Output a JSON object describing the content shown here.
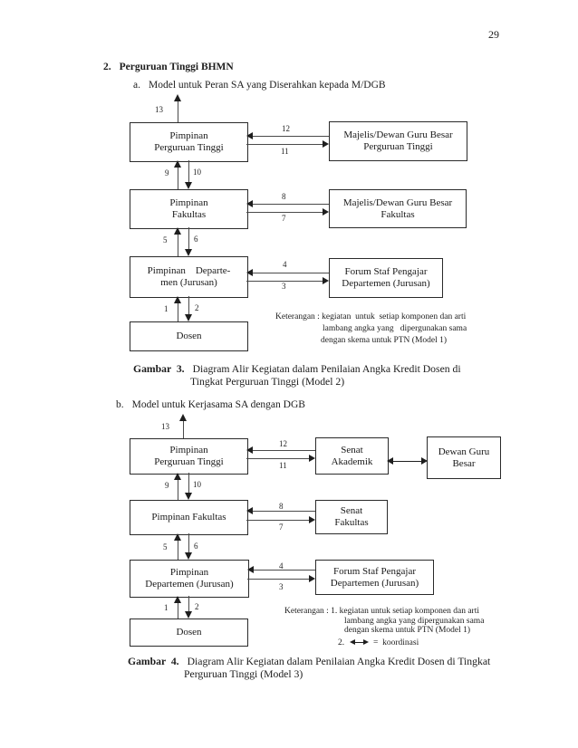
{
  "page_number": "29",
  "headings": {
    "section_num": "2.",
    "section_text": "Perguruan Tinggi BHMN",
    "item_a_num": "a.",
    "item_a_text": "Model untuk Peran SA yang Diserahkan kepada M/DGB",
    "item_b_num": "b.",
    "item_b_text": "Model untuk Kerjasama SA dengan DGB"
  },
  "diagram1": {
    "boxes": {
      "pimpinan_pt": "Pimpinan\nPerguruan Tinggi",
      "majelis_pt": "Majelis/Dewan Guru Besar\nPerguruan Tinggi",
      "pimpinan_fakultas": "Pimpinan\nFakultas",
      "majelis_fakultas": "Majelis/Dewan Guru Besar\nFakultas",
      "pimpinan_departemen": "Pimpinan    Departe-\nmen (Jurusan)",
      "forum_staf": "Forum Staf Pengajar\nDepartemen (Jurusan)",
      "dosen": "Dosen"
    },
    "arrow_numbers": {
      "n1": "1",
      "n2": "2",
      "n3": "3",
      "n4": "4",
      "n5": "5",
      "n6": "6",
      "n7": "7",
      "n8": "8",
      "n9": "9",
      "n10": "10",
      "n11": "11",
      "n12": "12",
      "n13": "13"
    },
    "keterangan": {
      "line1": "Keterangan : kegiatan  untuk  setiap komponen dan arti",
      "line2": "lambang angka yang   dipergunakan sama",
      "line3": "dengan skema untuk PTN (Model 1)"
    },
    "caption": {
      "label": "Gambar  3.",
      "line1": "Diagram Alir Kegiatan dalam Penilaian Angka Kredit Dosen di",
      "line2": "Tingkat Perguruan Tinggi (Model 2)"
    }
  },
  "diagram2": {
    "boxes": {
      "pimpinan_pt": "Pimpinan\nPerguruan Tinggi",
      "senat_akademik": "Senat\nAkademik",
      "dewan_guru_besar": "Dewan Guru\nBesar",
      "pimpinan_fakultas": "Pimpinan Fakultas",
      "senat_fakultas": "Senat\nFakultas",
      "pimpinan_departemen": "Pimpinan\nDepartemen (Jurusan)",
      "forum_staf": "Forum Staf Pengajar\nDepartemen (Jurusan)",
      "dosen": "Dosen"
    },
    "arrow_numbers": {
      "n1": "1",
      "n2": "2",
      "n3": "3",
      "n4": "4",
      "n5": "5",
      "n6": "6",
      "n7": "7",
      "n8": "8",
      "n9": "9",
      "n10": "10",
      "n11": "11",
      "n12": "12",
      "n13": "13"
    },
    "keterangan": {
      "line1": "Keterangan : 1. kegiatan untuk setiap komponen dan arti",
      "line2": "lambang angka yang dipergunakan sama",
      "line3": "dengan skema untuk PTN (Model 1)",
      "item2_num": "2.",
      "item2_text": "=  koordinasi"
    },
    "caption": {
      "label": "Gambar  4.",
      "line1": "Diagram Alir Kegiatan dalam Penilaian Angka Kredit Dosen di Tingkat",
      "line2": "Perguruan Tinggi (Model 3)"
    }
  }
}
